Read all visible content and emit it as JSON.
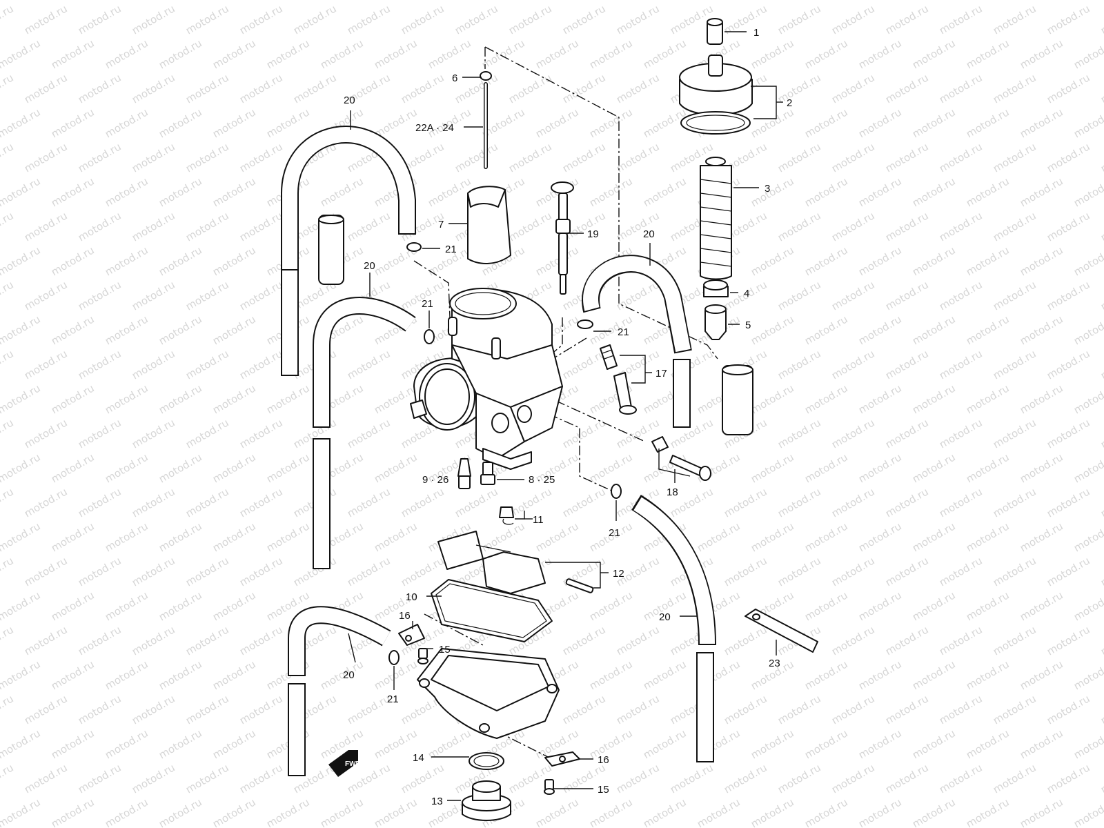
{
  "watermark": {
    "text": "motod.ru"
  },
  "callouts": [
    {
      "id": "c1",
      "text": "1"
    },
    {
      "id": "c2",
      "text": "2"
    },
    {
      "id": "c3",
      "text": "3"
    },
    {
      "id": "c4",
      "text": "4"
    },
    {
      "id": "c5",
      "text": "5"
    },
    {
      "id": "c6",
      "text": "6"
    },
    {
      "id": "c7",
      "text": "7"
    },
    {
      "id": "c8",
      "text": "8 · 25"
    },
    {
      "id": "c9",
      "text": "9 · 26"
    },
    {
      "id": "c10",
      "text": "10"
    },
    {
      "id": "c11",
      "text": "11"
    },
    {
      "id": "c12",
      "text": "12"
    },
    {
      "id": "c13",
      "text": "13"
    },
    {
      "id": "c14",
      "text": "14"
    },
    {
      "id": "c15a",
      "text": "15"
    },
    {
      "id": "c15b",
      "text": "15"
    },
    {
      "id": "c16a",
      "text": "16"
    },
    {
      "id": "c16b",
      "text": "16"
    },
    {
      "id": "c17",
      "text": "17"
    },
    {
      "id": "c18",
      "text": "18"
    },
    {
      "id": "c19",
      "text": "19"
    },
    {
      "id": "c20a",
      "text": "20"
    },
    {
      "id": "c20b",
      "text": "20"
    },
    {
      "id": "c20c",
      "text": "20"
    },
    {
      "id": "c20d",
      "text": "20"
    },
    {
      "id": "c20e",
      "text": "20"
    },
    {
      "id": "c21a",
      "text": "21"
    },
    {
      "id": "c21b",
      "text": "21"
    },
    {
      "id": "c21c",
      "text": "21"
    },
    {
      "id": "c21d",
      "text": "21"
    },
    {
      "id": "c21e",
      "text": "21"
    },
    {
      "id": "c22",
      "text": "22A · 24"
    },
    {
      "id": "c23",
      "text": "23"
    }
  ],
  "fwd_marker": {
    "text": "FWD"
  }
}
